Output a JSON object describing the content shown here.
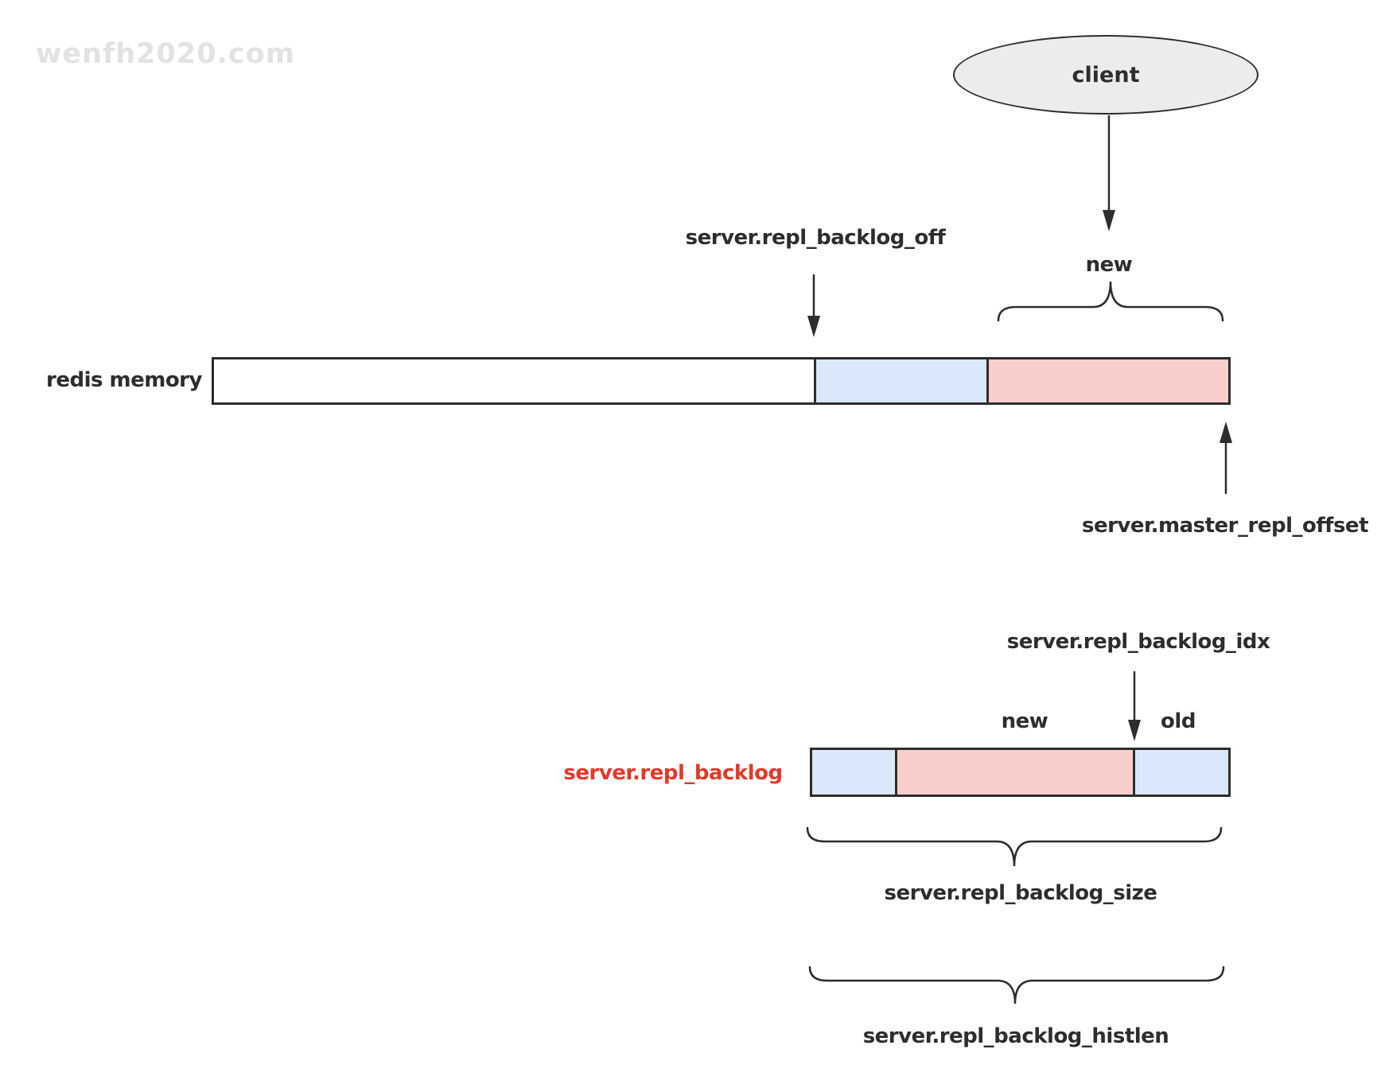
{
  "watermark": "wenfh2020.com",
  "client_node": {
    "label": "client"
  },
  "memory_bar": {
    "label": "redis memory"
  },
  "backlog_bar": {
    "label": "server.repl_backlog"
  },
  "annotations": {
    "repl_backlog_off": "server.repl_backlog_off",
    "new_top": "new",
    "master_repl_offset": "server.master_repl_offset",
    "repl_backlog_idx": "server.repl_backlog_idx",
    "new_bottom": "new",
    "old_bottom": "old",
    "repl_backlog_size": "server.repl_backlog_size",
    "repl_backlog_histlen": "server.repl_backlog_histlen"
  },
  "colors": {
    "segment_blue": "#dae8fc",
    "segment_pink": "#f8cecc",
    "node_gray": "#ececec",
    "stroke": "#2d2d2d",
    "backlog_label_red": "#e0392b",
    "watermark_gray": "#e2e2e2"
  }
}
